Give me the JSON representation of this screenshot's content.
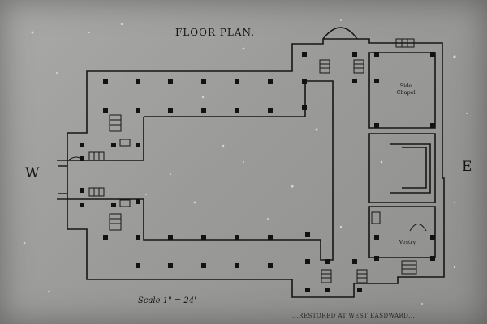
{
  "plan": {
    "title": "FLOOR PLAN.",
    "west": "W",
    "east": "E",
    "scale": "Scale 1\" = 24'",
    "rooms": {
      "side_chapel_line1": "Side",
      "side_chapel_line2": "Chapel",
      "vestry": "Vestry"
    },
    "caption": "...RESTORED AT WEST EASDWARD..."
  }
}
